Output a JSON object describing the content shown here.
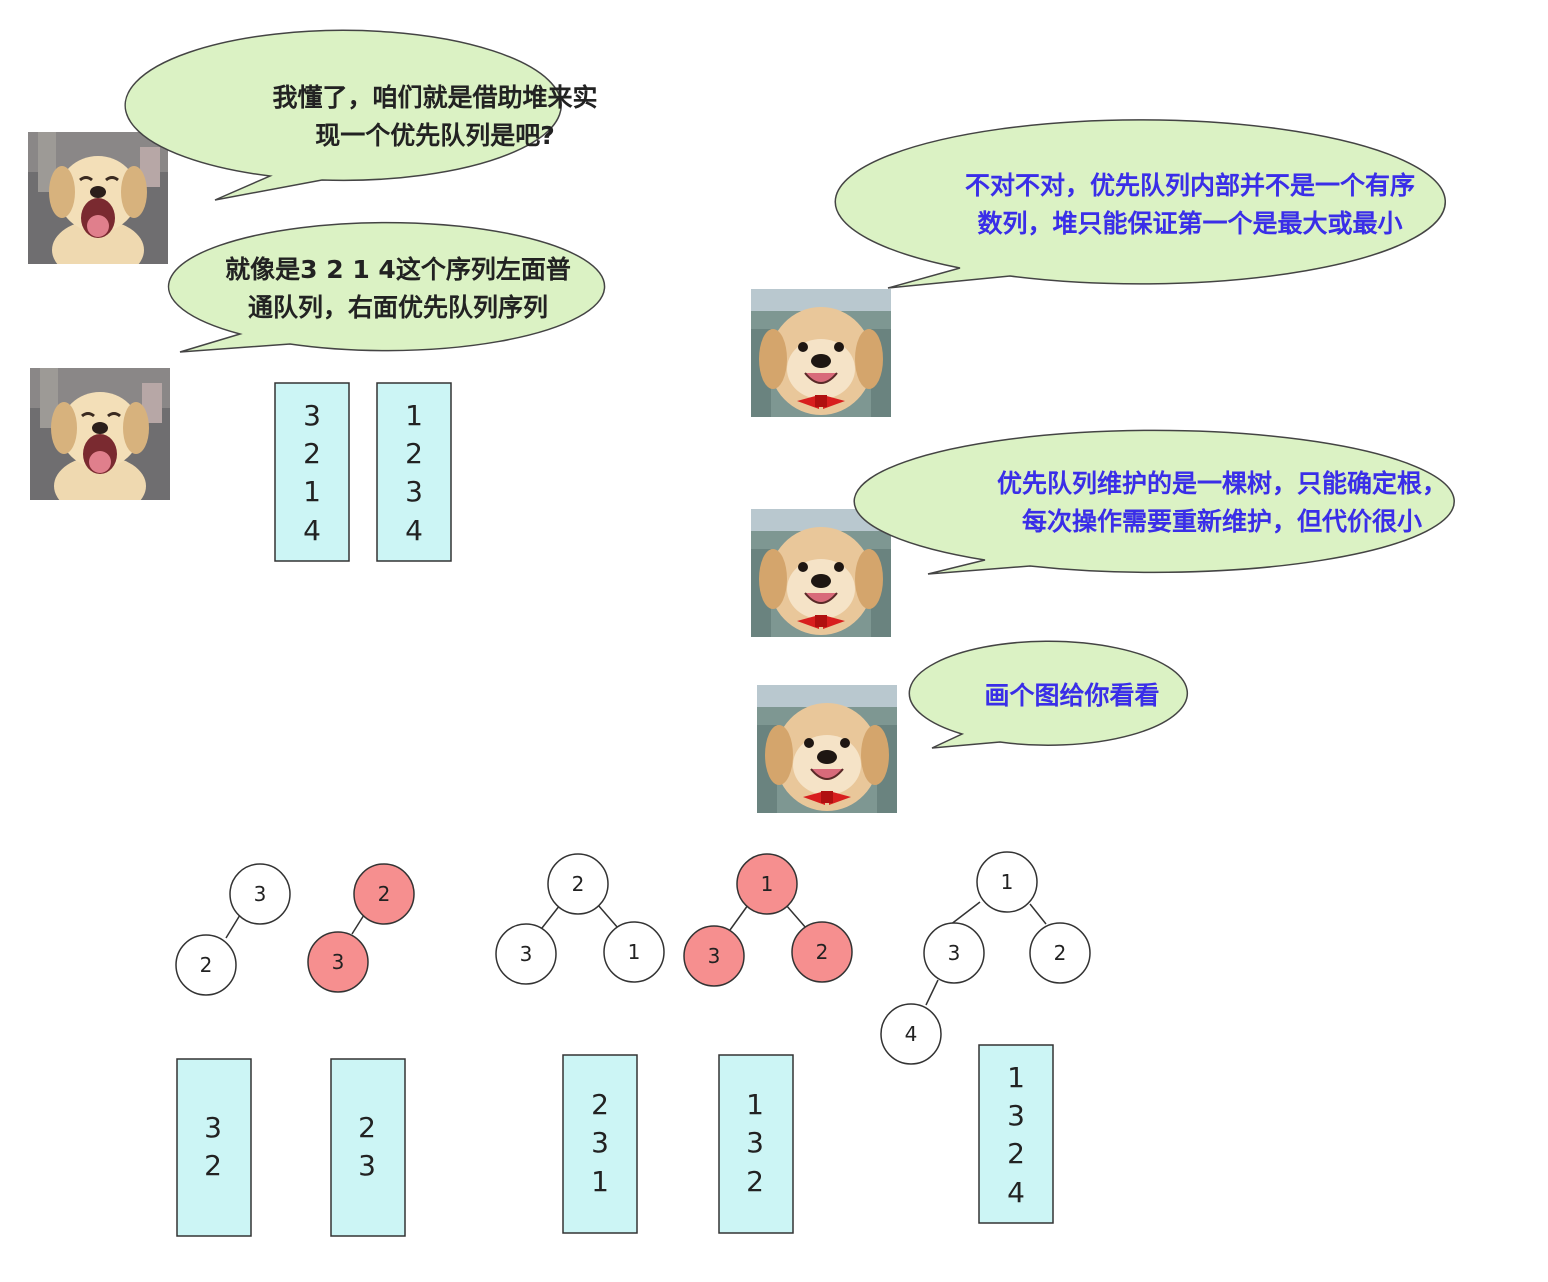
{
  "colors": {
    "bubble_fill": "#dbf2c4",
    "left_text": "#222222",
    "right_text": "#3a2ee8",
    "box_fill": "#ccf5f5",
    "highlight_node": "#f68f8f",
    "plain_node": "#ffffff"
  },
  "speech": {
    "left_1": {
      "line1": "我懂了，咱们就是借助堆来实",
      "line2": "现一个优先队列是吧?"
    },
    "left_2": {
      "line1": "就像是3 2 1 4这个序列左面普",
      "line2": "通队列，右面优先队列序列"
    },
    "right_1": {
      "line1": "不对不对，优先队列内部并不是一个有序",
      "line2": "数列，堆只能保证第一个是最大或最小"
    },
    "right_2": {
      "line1": "优先队列维护的是一棵树，只能确定根，",
      "line2": "每次操作需要重新维护，但代价很小"
    },
    "right_3": {
      "line1": "画个图给你看看"
    }
  },
  "queues": {
    "normal": [
      "3",
      "2",
      "1",
      "4"
    ],
    "priority": [
      "1",
      "2",
      "3",
      "4"
    ]
  },
  "steps": [
    {
      "nodes": [
        "3",
        "2"
      ],
      "highlight": false,
      "array": [
        "3",
        "2"
      ]
    },
    {
      "nodes": [
        "2",
        "3"
      ],
      "highlight": true,
      "array": [
        "2",
        "3"
      ]
    },
    {
      "nodes": [
        "2",
        "3",
        "1"
      ],
      "highlight": false,
      "array": [
        "2",
        "3",
        "1"
      ]
    },
    {
      "nodes": [
        "1",
        "3",
        "2"
      ],
      "highlight": true,
      "array": [
        "1",
        "3",
        "2"
      ]
    },
    {
      "nodes": [
        "1",
        "3",
        "2",
        "4"
      ],
      "highlight": false,
      "array": [
        "1",
        "3",
        "2",
        "4"
      ]
    }
  ]
}
